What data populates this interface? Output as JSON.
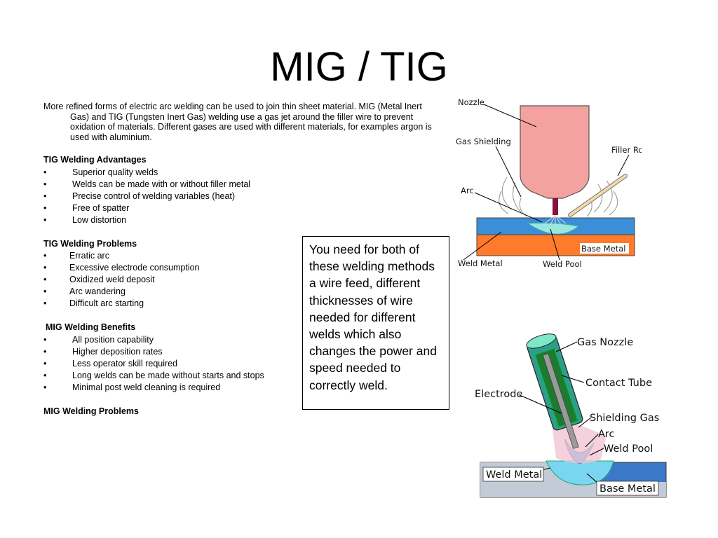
{
  "title": "MIG / TIG",
  "intro": "More refined forms of electric arc welding can be used to join thin sheet material. MIG (Metal Inert Gas) and TIG (Tungsten Inert Gas) welding use a gas jet around the filler wire to prevent oxidation of materials. Different gases are used with different materials, for examples argon is used with aluminium.",
  "bullet_char": "•",
  "sections": {
    "tig_advantages": {
      "heading": "TIG Welding Advantages",
      "items": [
        "Superior quality welds",
        "Welds can be made with or without filler metal",
        "Precise control of welding variables (heat)",
        "Free of spatter",
        "Low distortion"
      ]
    },
    "tig_problems": {
      "heading": "TIG Welding Problems",
      "items": [
        "Erratic arc",
        "Excessive electrode consumption",
        "Oxidized weld deposit",
        "Arc wandering",
        "Difficult arc starting"
      ]
    },
    "mig_benefits": {
      "heading": "MIG Welding Benefits",
      "items": [
        "All position capability",
        "Higher deposition rates",
        "Less operator skill required",
        "Long welds can be made without starts and stops",
        "Minimal post weld cleaning is required"
      ]
    },
    "mig_problems": {
      "heading": "MIG Welding Problems"
    }
  },
  "note_box": "You need for both of these welding methods a wire feed, different thicknesses of wire needed for different welds which also changes the power and speed needed to correctly weld.",
  "tig_diagram": {
    "labels": {
      "nozzle": "Nozzle",
      "gas_shielding": "Gas Shielding",
      "filler_rod": "Filler Rod",
      "arc": "Arc",
      "base_metal": "Base Metal",
      "weld_metal": "Weld Metal",
      "weld_pool": "Weld Pool"
    },
    "colors": {
      "nozzle": "#f4a2a0",
      "base_top": "#3a8fd8",
      "base_bottom": "#ff7a2a",
      "filler_rod": "#f3d9a8"
    }
  },
  "mig_diagram": {
    "labels": {
      "gas_nozzle": "Gas Nozzle",
      "contact_tube": "Contact Tube",
      "electrode": "Electrode",
      "shielding_gas": "Shielding Gas",
      "arc": "Arc",
      "weld_pool": "Weld Pool",
      "weld_metal": "Weld Metal",
      "base_metal": "Base Metal"
    },
    "colors": {
      "gas_nozzle": "#2e9e8a",
      "contact_tube": "#1e7a2e",
      "base_plate": "#3c78c8",
      "weld": "#7ad6f0"
    }
  }
}
